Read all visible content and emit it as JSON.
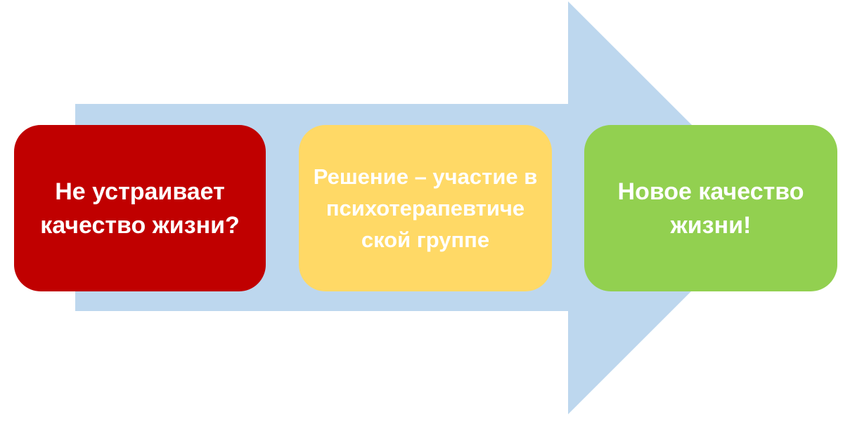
{
  "colors": {
    "arrow": "#BDD7EE",
    "step1": "#C00000",
    "step2": "#FFD966",
    "step3": "#92D050"
  },
  "steps": [
    {
      "label": "Не устраивает качество жизни?"
    },
    {
      "label": "Решение – участие в психотерапевтиче ской группе"
    },
    {
      "label": "Новое качество жизни!"
    }
  ]
}
